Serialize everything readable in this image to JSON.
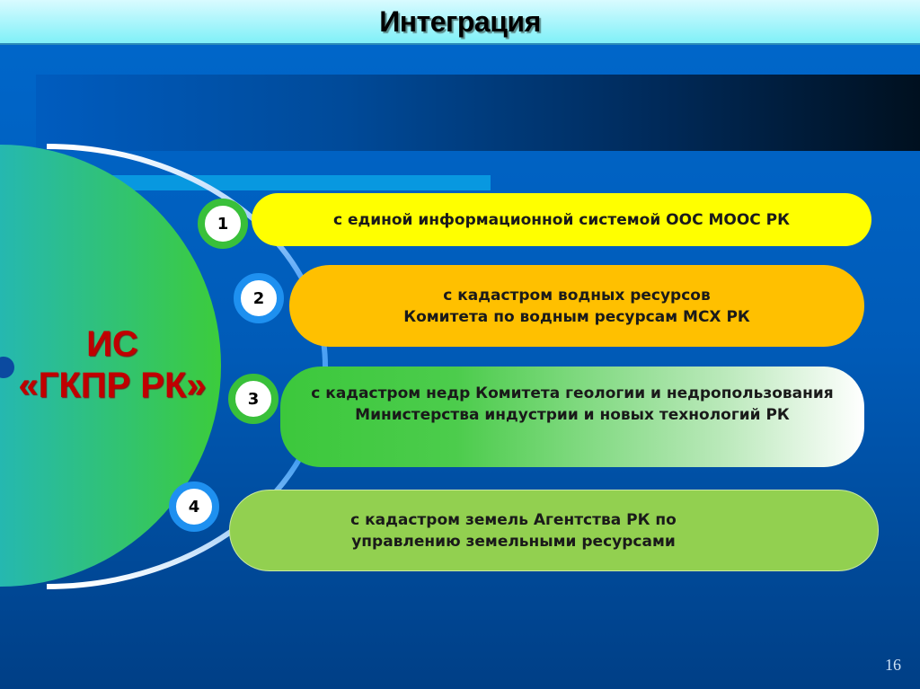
{
  "header": {
    "title": "Интеграция"
  },
  "center": {
    "label": "ИС\n«ГКПР РК»"
  },
  "items": [
    {
      "number": "1",
      "text": "с единой информационной системой ООС МООС РК",
      "color": "#ffff00"
    },
    {
      "number": "2",
      "text": "с кадастром водных ресурсов\nКомитета по водным ресурсам МСХ РК",
      "color": "#ffc000"
    },
    {
      "number": "3",
      "text": "с кадастром недр Комитета геологии и недропользования\nМинистерства индустрии и новых технологий РК",
      "color": "#3cc83c"
    },
    {
      "number": "4",
      "text": "с кадастром земель Агентства РК по\nуправлению земельными ресурсами",
      "color": "#92d050"
    }
  ],
  "footer": {
    "page_number": "16"
  }
}
